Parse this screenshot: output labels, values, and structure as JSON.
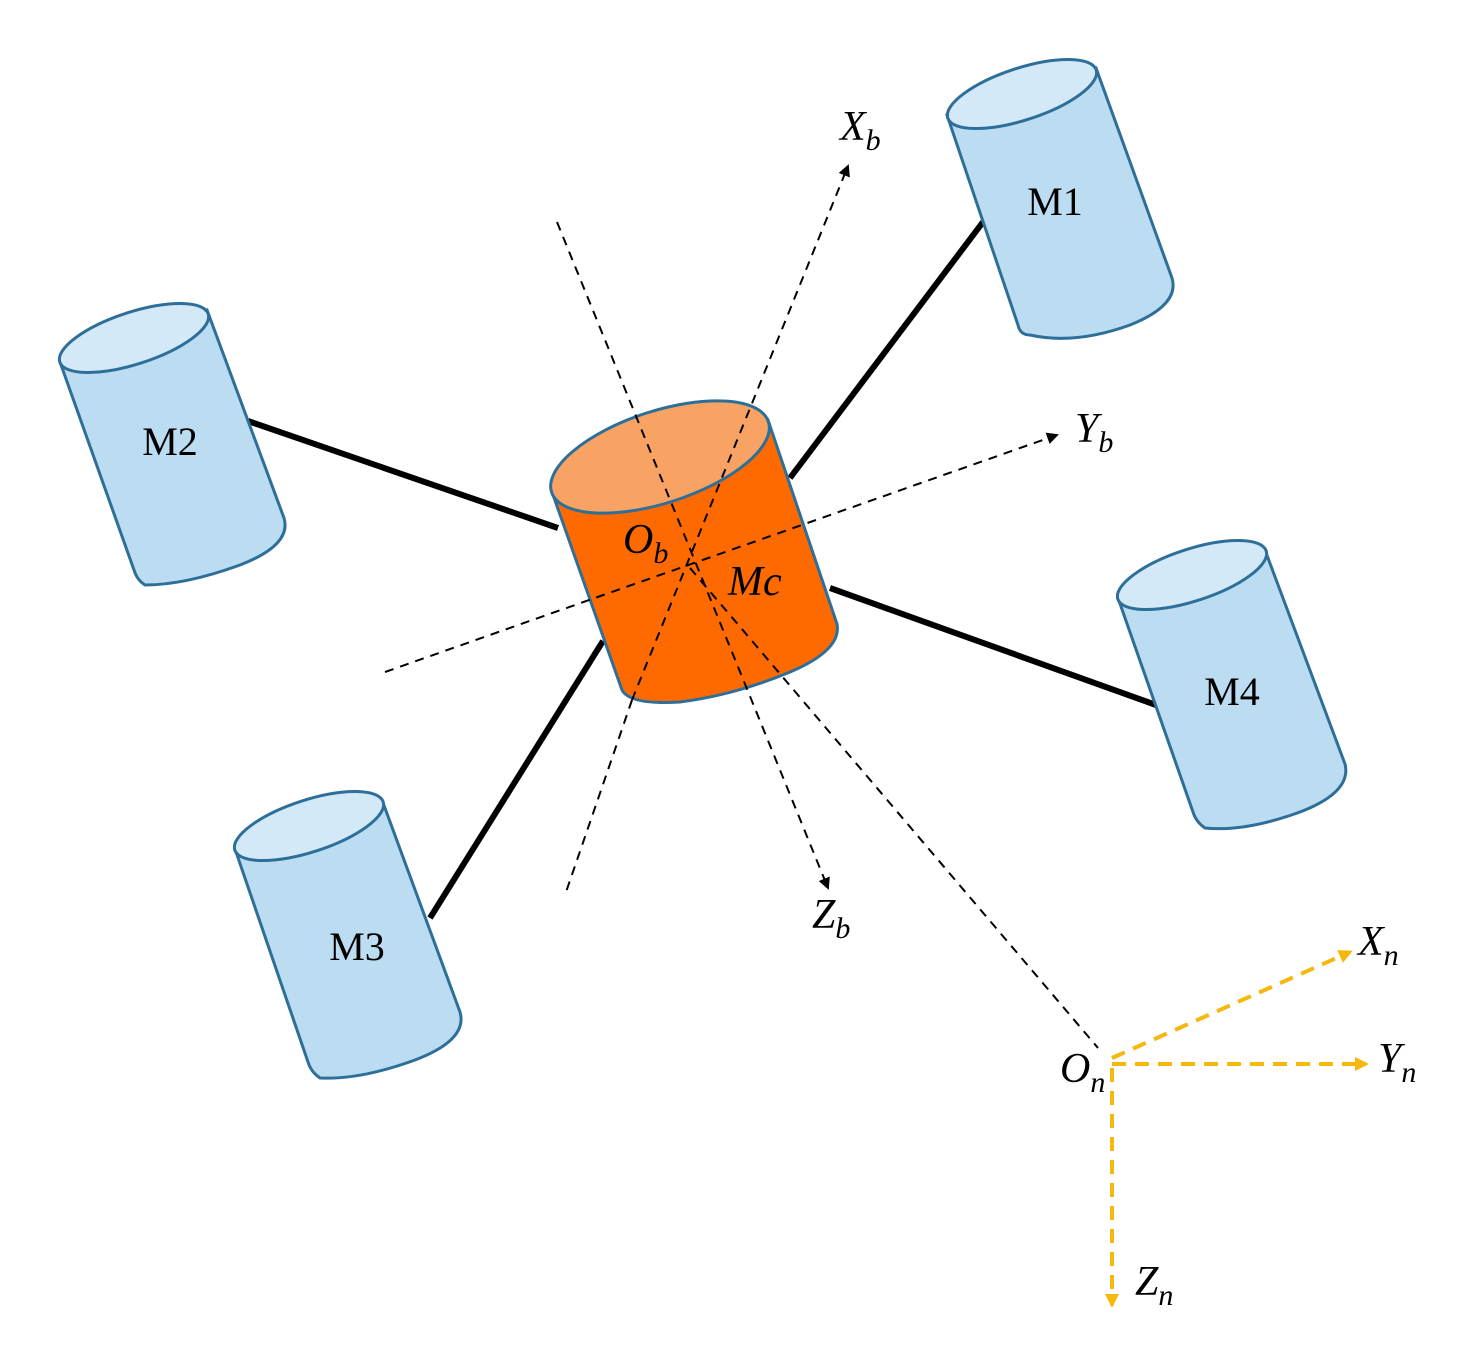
{
  "motors": [
    {
      "id": "M1",
      "label": "M1"
    },
    {
      "id": "M2",
      "label": "M2"
    },
    {
      "id": "M3",
      "label": "M3"
    },
    {
      "id": "M4",
      "label": "M4"
    }
  ],
  "center": {
    "label": "Mc",
    "origin": "O",
    "origin_sub": "b"
  },
  "body_axes": {
    "x": {
      "main": "X",
      "sub": "b"
    },
    "y": {
      "main": "Y",
      "sub": "b"
    },
    "z": {
      "main": "Z",
      "sub": "b"
    }
  },
  "nav_frame": {
    "origin": {
      "main": "O",
      "sub": "n"
    },
    "x": {
      "main": "X",
      "sub": "n"
    },
    "y": {
      "main": "Y",
      "sub": "n"
    },
    "z": {
      "main": "Z",
      "sub": "n"
    }
  },
  "colors": {
    "motor_fill": "#bcdcf1",
    "motor_top": "#d4e9f7",
    "motor_stroke": "#2e6f99",
    "center_fill": "#ff6a00",
    "center_top": "#f8a263",
    "nav_axis": "#f5b80c",
    "arm": "#000000"
  }
}
